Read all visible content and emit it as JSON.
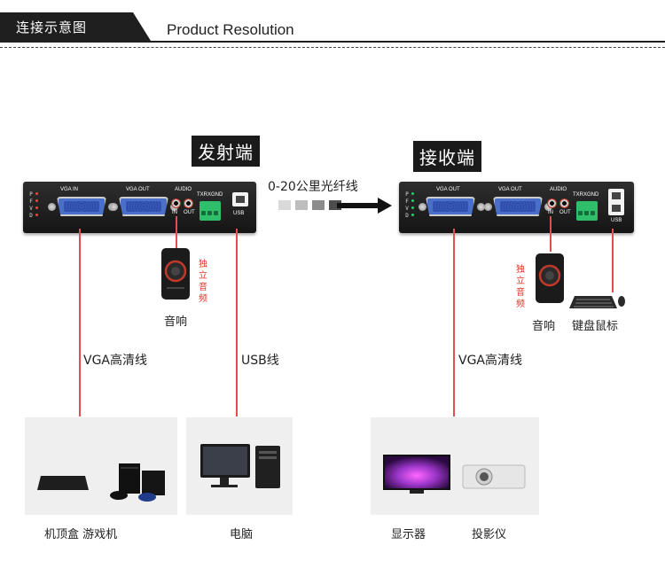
{
  "header": {
    "title_cn": "连接示意图",
    "title_en": "Product Resolution"
  },
  "transmitter": {
    "title": "发射端",
    "leds": [
      "P",
      "F",
      "V",
      "D"
    ],
    "ports": {
      "vga_in": "VGA   IN",
      "vga_out": "VGA   OUT",
      "audio": "AUDIO",
      "audio_in": "IN",
      "audio_out": "OUT",
      "txrxgnd": "TXRXGND",
      "usb": "USB"
    }
  },
  "receiver": {
    "title": "接收端",
    "leds": [
      "P",
      "F",
      "V",
      "D"
    ],
    "ports": {
      "vga_in": "VGA   OUT",
      "vga_out": "VGA   OUT",
      "audio": "AUDIO",
      "audio_in": "IN",
      "audio_out": "OUT",
      "txrxgnd": "TXRXGND",
      "usb": "USB"
    }
  },
  "fiber": {
    "label": "0-20公里光纤线",
    "square_colors": [
      "#d9d9d9",
      "#bdbdbd",
      "#8c8c8c",
      "#4d4d4d"
    ]
  },
  "left": {
    "speaker_label": "音响",
    "independent_audio": "独立音频",
    "vga_cable": "VGA高清线",
    "usb_cable": "USB线",
    "panel1_label": "机顶盒  游戏机",
    "panel2_label": "电脑"
  },
  "right": {
    "speaker_label": "音响",
    "independent_audio": "独立音频",
    "keyboard_label": "键盘鼠标",
    "vga_cable": "VGA高清线",
    "panel_monitor": "显示器",
    "panel_projector": "投影仪"
  },
  "colors": {
    "accent_line": "#e05050",
    "vga_port": "#4a6fc9",
    "terminal": "#2fbf6a"
  }
}
